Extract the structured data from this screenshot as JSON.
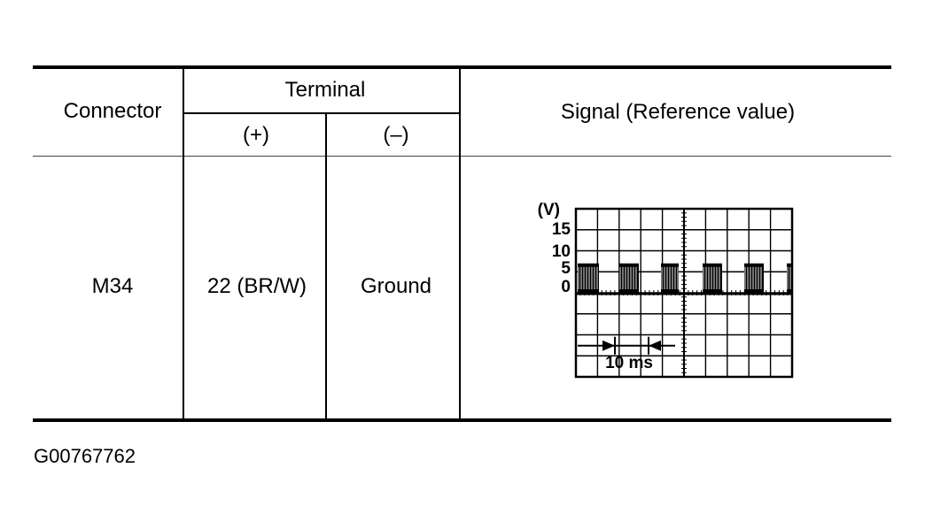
{
  "table": {
    "headers": {
      "connector": "Connector",
      "terminal": "Terminal",
      "plus": "(+)",
      "minus": "(–)",
      "signal": "Signal (Reference value)"
    },
    "row": {
      "connector": "M34",
      "plus": "22 (BR/W)",
      "minus": "Ground"
    }
  },
  "scope": {
    "unit_label": "(V)",
    "y_labels": [
      "15",
      "10",
      "5",
      "0"
    ],
    "time_label": "10 ms"
  },
  "caption": "G00767762"
}
